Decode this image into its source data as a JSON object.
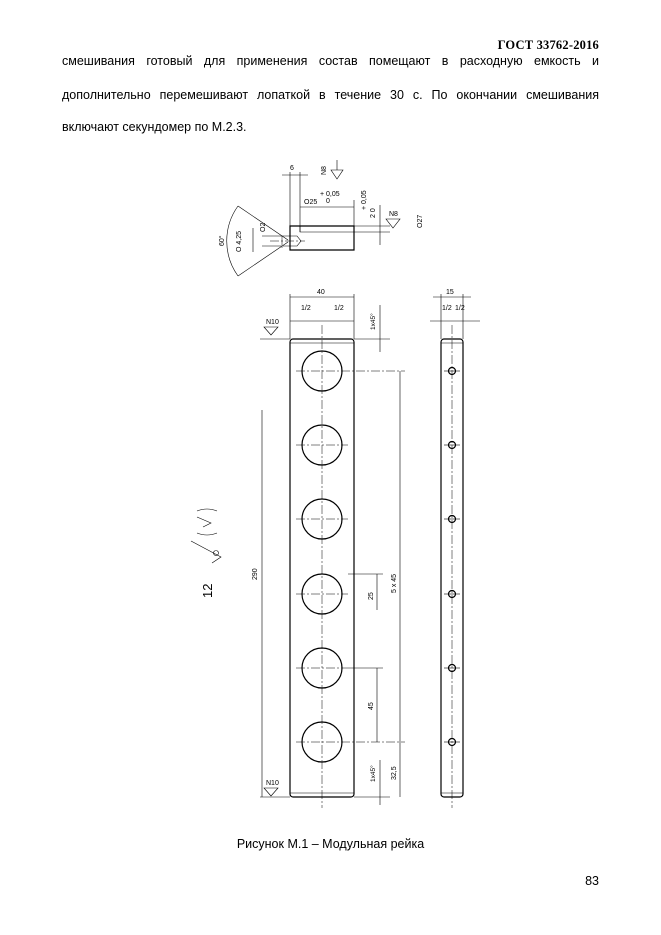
{
  "header": {
    "standard": "ГОСТ 33762-2016"
  },
  "body_lines": [
    "смешивания готовый для применения состав помещают в расходную емкость и",
    "дополнительно перемешивают лопаткой в течение 30 с. По окончании смешивания",
    "включают секундомер по М.2.3."
  ],
  "drawing": {
    "detail": {
      "dim_6": "6",
      "finish_top": "N8",
      "tol_upper": "+ 0,05",
      "tol_zero": "0",
      "dia_25": "О25",
      "dia_27": "О27",
      "dim_2": "О2",
      "dia_4_25": "О 4,25",
      "angle": "60°",
      "dim_2_tol_upper": "+ 0,05",
      "dim_2_tol_base": "2  0",
      "finish_right": "N8"
    },
    "front": {
      "width": "40",
      "half_left": "1/2",
      "half_right": "1/2",
      "chamfer_top": "1x45°",
      "chamfer_bottom": "1x45°",
      "finish_top": "N10",
      "finish_bottom": "N10",
      "length": "290",
      "pitch_count": "5 x 45",
      "dim_25": "25",
      "dim_45": "45",
      "dim_32_5": "32,5",
      "roughness_note": "12"
    },
    "side": {
      "width": "15",
      "half_left": "1/2",
      "half_right": "1/2"
    }
  },
  "caption": "Рисунок М.1 – Модульная рейка",
  "page_number": "83"
}
